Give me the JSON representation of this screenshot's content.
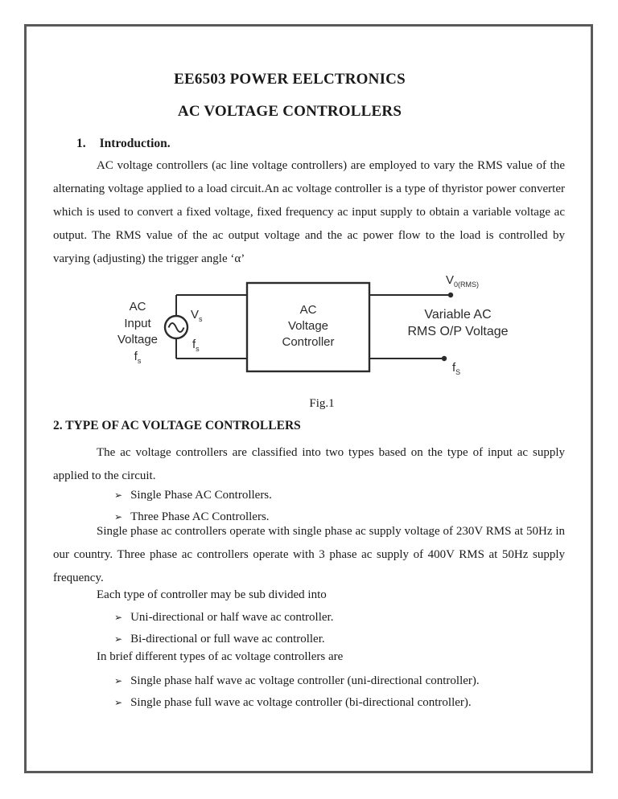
{
  "document": {
    "title_line1": "EE6503 POWER EELCTRONICS",
    "title_line2": "AC VOLTAGE CONTROLLERS"
  },
  "intro": {
    "number": "1.",
    "heading": "Introduction.",
    "paragraph": "AC voltage controllers (ac line voltage controllers) are employed to vary the RMS value of the alternating voltage applied to a load circuit.An ac voltage controller is a type of thyristor power converter which is used to convert a fixed voltage, fixed frequency ac input supply to obtain a variable voltage ac output. The RMS value of the ac output voltage and the ac power flow to the load is controlled by varying (adjusting) the trigger angle ‘α’"
  },
  "figure": {
    "caption": "Fig.1",
    "input_label": {
      "line1": "AC",
      "line2": "Input",
      "line3": "Voltage",
      "line4_main": "f",
      "line4_sub": "s"
    },
    "vs_label": {
      "main": "V",
      "sub": "s"
    },
    "fs_label": {
      "main": "f",
      "sub": "s"
    },
    "box_label": {
      "line1": "AC",
      "line2": "Voltage",
      "line3": "Controller"
    },
    "vo_label": {
      "main": "V",
      "sub": "0(RMS)"
    },
    "output_label": {
      "line1": "Variable AC",
      "line2": "RMS O/P Voltage"
    },
    "fs_out_label": {
      "main": "f",
      "sub": "S"
    }
  },
  "types": {
    "heading": "2. TYPE OF AC VOLTAGE CONTROLLERS",
    "paragraph1": "The ac voltage controllers are classified into two types based on the type of input ac supply applied to the circuit.",
    "bullets1": [
      "Single Phase AC Controllers.",
      "Three Phase AC Controllers."
    ],
    "paragraph2": "Single phase ac controllers operate with single phase ac supply voltage of 230V RMS at 50Hz in our country. Three phase ac controllers operate with 3 phase ac supply of 400V RMS at 50Hz supply frequency.",
    "line_sub": "Each type of controller may be sub divided into",
    "bullets2": [
      "Uni-directional or half wave ac controller.",
      "Bi-directional or full wave ac controller."
    ],
    "line_brief": "In brief different types of ac voltage controllers are",
    "bullets3": [
      "Single phase half wave ac voltage controller (uni-directional controller).",
      "Single phase full wave ac voltage controller (bi-directional controller)."
    ]
  },
  "ui": {
    "bullet_glyph": "➢",
    "page_border_color": "#595959",
    "diagram_line_color": "#2b2b2b",
    "text_color": "#1a1a1a"
  }
}
